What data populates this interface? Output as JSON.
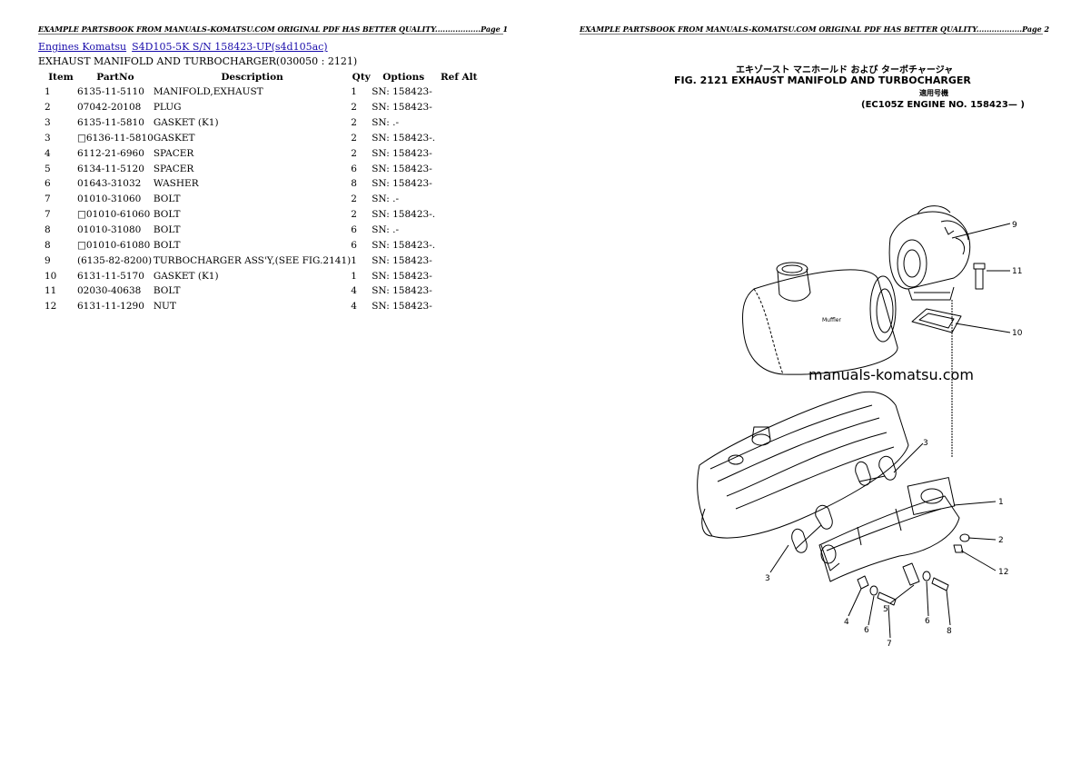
{
  "page1_header": "EXAMPLE PARTSBOOK FROM MANUALS-KOMATSU.COM ORIGINAL PDF HAS BETTER QUALITY..................Page 1",
  "page2_header": "EXAMPLE PARTSBOOK FROM MANUALS-KOMATSU.COM ORIGINAL PDF HAS BETTER QUALITY..................Page 2",
  "breadcrumb": {
    "link1": "Engines Komatsu",
    "link2": "S4D105-5K S/N 158423-UP(s4d105ac)"
  },
  "section_title": "EXHAUST MANIFOLD AND TURBOCHARGER(030050 : 2121)",
  "table": {
    "headers": [
      "Item",
      "PartNo",
      "Description",
      "Qty",
      "Options",
      "Ref Alt"
    ],
    "rows": [
      {
        "item": "1",
        "part": "6135-11-5110",
        "desc": "MANIFOLD,EXHAUST",
        "qty": "1",
        "opt": "SN: 158423-"
      },
      {
        "item": "2",
        "part": "07042-20108",
        "desc": "PLUG",
        "qty": "2",
        "opt": "SN: 158423-"
      },
      {
        "item": "3",
        "part": "6135-11-5810",
        "desc": "GASKET (K1)",
        "qty": "2",
        "opt": "SN: .-"
      },
      {
        "item": "3",
        "part": "□6136-11-5810",
        "desc": "GASKET",
        "qty": "2",
        "opt": "SN: 158423-."
      },
      {
        "item": "4",
        "part": "6112-21-6960",
        "desc": "SPACER",
        "qty": "2",
        "opt": "SN: 158423-"
      },
      {
        "item": "5",
        "part": "6134-11-5120",
        "desc": "SPACER",
        "qty": "6",
        "opt": "SN: 158423-"
      },
      {
        "item": "6",
        "part": "01643-31032",
        "desc": "WASHER",
        "qty": "8",
        "opt": "SN: 158423-"
      },
      {
        "item": "7",
        "part": "01010-31060",
        "desc": "BOLT",
        "qty": "2",
        "opt": "SN: .-"
      },
      {
        "item": "7",
        "part": "□01010-61060",
        "desc": "BOLT",
        "qty": "2",
        "opt": "SN: 158423-."
      },
      {
        "item": "8",
        "part": "01010-31080",
        "desc": "BOLT",
        "qty": "6",
        "opt": "SN: .-"
      },
      {
        "item": "8",
        "part": "□01010-61080",
        "desc": "BOLT",
        "qty": "6",
        "opt": "SN: 158423-."
      },
      {
        "item": "9",
        "part": "(6135-82-8200)",
        "desc": "TURBOCHARGER ASS'Y,(SEE FIG.2141)",
        "qty": "1",
        "opt": "SN: 158423-"
      },
      {
        "item": "10",
        "part": "6131-11-5170",
        "desc": "GASKET (K1)",
        "qty": "1",
        "opt": "SN: 158423-"
      },
      {
        "item": "11",
        "part": "02030-40638",
        "desc": "BOLT",
        "qty": "4",
        "opt": "SN: 158423-"
      },
      {
        "item": "12",
        "part": "6131-11-1290",
        "desc": "NUT",
        "qty": "4",
        "opt": "SN: 158423-"
      }
    ]
  },
  "figure": {
    "jp_title": "エキゾースト マニホールド および ターボチャージャ",
    "title": "FIG. 2121  EXHAUST MANIFOLD AND TURBOCHARGER",
    "applicable_jp": "適用号機",
    "engine_no": "(EC105Z  ENGINE  NO. 158423— )",
    "watermark": "manuals-komatsu.com",
    "muffler_label": "Muffler",
    "callouts": [
      "9",
      "11",
      "10",
      "3",
      "1",
      "2",
      "12",
      "3",
      "4",
      "6",
      "5",
      "7",
      "6",
      "8"
    ]
  }
}
